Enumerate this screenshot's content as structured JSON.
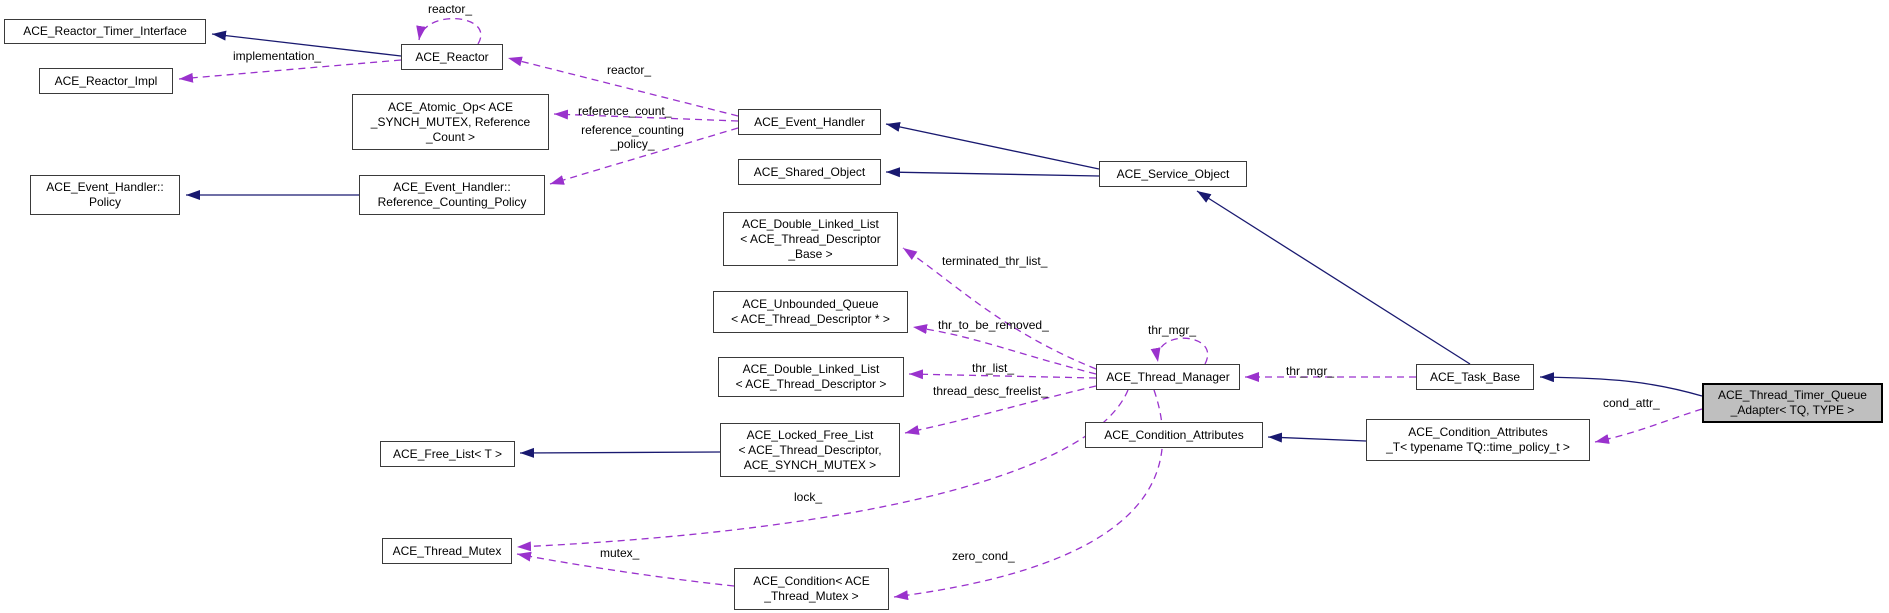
{
  "diagram": {
    "type": "doxygen-collaboration-diagram",
    "highlighted_node": "ACE_Thread_Timer_Queue_Adapter< TQ, TYPE >",
    "colors": {
      "background": "#ffffff",
      "inheritance_edge": "#191970",
      "usage_edge": "#9a32cd",
      "node_background": "#ffffff",
      "node_border": "#3a3a3a",
      "highlighted_node_background": "#bfbfbf"
    },
    "nodes": {
      "reactor_timer_interface": {
        "label": "ACE_Reactor_Timer_Interface"
      },
      "reactor_impl": {
        "label": "ACE_Reactor_Impl"
      },
      "reactor": {
        "label": "ACE_Reactor"
      },
      "atomic_op": {
        "label": "ACE_Atomic_Op< ACE\n_SYNCH_MUTEX, Reference\n_Count >"
      },
      "event_handler_policy": {
        "label": "ACE_Event_Handler::\nPolicy"
      },
      "eh_reference_counting_policy": {
        "label": "ACE_Event_Handler::\nReference_Counting_Policy"
      },
      "event_handler": {
        "label": "ACE_Event_Handler"
      },
      "shared_object": {
        "label": "ACE_Shared_Object"
      },
      "service_object": {
        "label": "ACE_Service_Object"
      },
      "dll_base": {
        "label": "ACE_Double_Linked_List\n< ACE_Thread_Descriptor\n_Base >"
      },
      "unbounded_queue": {
        "label": "ACE_Unbounded_Queue\n< ACE_Thread_Descriptor * >"
      },
      "dll_descriptor": {
        "label": "ACE_Double_Linked_List\n< ACE_Thread_Descriptor >"
      },
      "thread_manager": {
        "label": "ACE_Thread_Manager"
      },
      "task_base": {
        "label": "ACE_Task_Base"
      },
      "locked_free_list": {
        "label": "ACE_Locked_Free_List\n< ACE_Thread_Descriptor,\nACE_SYNCH_MUTEX >"
      },
      "free_list": {
        "label": "ACE_Free_List< T >"
      },
      "condition_attributes": {
        "label": "ACE_Condition_Attributes"
      },
      "condition_attributes_t": {
        "label": "ACE_Condition_Attributes\n_T< typename TQ::time_policy_t >"
      },
      "thread_mutex": {
        "label": "ACE_Thread_Mutex"
      },
      "condition_thread_mutex": {
        "label": "ACE_Condition< ACE\n_Thread_Mutex >"
      },
      "thread_timer_queue_adapter": {
        "label": "ACE_Thread_Timer_Queue\n_Adapter< TQ, TYPE >"
      }
    },
    "edge_labels": {
      "reactor_self": {
        "text": "reactor_"
      },
      "implementation": {
        "text": "implementation_"
      },
      "reactor_member": {
        "text": "reactor_"
      },
      "reference_count": {
        "text": "reference_count_"
      },
      "reference_counting_policy": {
        "text": "reference_counting\n_policy_"
      },
      "terminated_thr_list": {
        "text": "terminated_thr_list_"
      },
      "thr_to_be_removed": {
        "text": "thr_to_be_removed_"
      },
      "thr_mgr_self": {
        "text": "thr_mgr_"
      },
      "thr_list": {
        "text": "thr_list_"
      },
      "thread_desc_freelist": {
        "text": "thread_desc_freelist_"
      },
      "thr_mgr_edge": {
        "text": "thr_mgr_"
      },
      "cond_attr": {
        "text": "cond_attr_"
      },
      "lock": {
        "text": "lock_"
      },
      "mutex": {
        "text": "mutex_"
      },
      "zero_cond": {
        "text": "zero_cond_"
      }
    },
    "edges": [
      {
        "from": "ACE_Reactor",
        "to": "ACE_Reactor_Timer_Interface",
        "style": "solid-inheritance"
      },
      {
        "from": "ACE_Event_Handler::Reference_Counting_Policy",
        "to": "ACE_Event_Handler::Policy",
        "style": "solid-inheritance"
      },
      {
        "from": "ACE_Service_Object",
        "to": "ACE_Event_Handler",
        "style": "solid-inheritance"
      },
      {
        "from": "ACE_Service_Object",
        "to": "ACE_Shared_Object",
        "style": "solid-inheritance"
      },
      {
        "from": "ACE_Task_Base",
        "to": "ACE_Service_Object",
        "style": "solid-inheritance"
      },
      {
        "from": "ACE_Thread_Timer_Queue_Adapter< TQ, TYPE >",
        "to": "ACE_Task_Base",
        "style": "solid-inheritance"
      },
      {
        "from": "ACE_Locked_Free_List< ACE_Thread_Descriptor, ACE_SYNCH_MUTEX >",
        "to": "ACE_Free_List< T >",
        "style": "solid-inheritance"
      },
      {
        "from": "ACE_Condition_Attributes_T< typename TQ::time_policy_t >",
        "to": "ACE_Condition_Attributes",
        "style": "solid-inheritance"
      },
      {
        "from": "ACE_Reactor",
        "to": "ACE_Reactor",
        "style": "dashed-usage",
        "label": "reactor_"
      },
      {
        "from": "ACE_Reactor",
        "to": "ACE_Reactor_Impl",
        "style": "dashed-usage",
        "label": "implementation_"
      },
      {
        "from": "ACE_Event_Handler",
        "to": "ACE_Reactor",
        "style": "dashed-usage",
        "label": "reactor_"
      },
      {
        "from": "ACE_Event_Handler",
        "to": "ACE_Atomic_Op< ACE_SYNCH_MUTEX, Reference_Count >",
        "style": "dashed-usage",
        "label": "reference_count_"
      },
      {
        "from": "ACE_Event_Handler",
        "to": "ACE_Event_Handler::Reference_Counting_Policy",
        "style": "dashed-usage",
        "label": "reference_counting_policy_"
      },
      {
        "from": "ACE_Thread_Manager",
        "to": "ACE_Double_Linked_List< ACE_Thread_Descriptor_Base >",
        "style": "dashed-usage",
        "label": "terminated_thr_list_"
      },
      {
        "from": "ACE_Thread_Manager",
        "to": "ACE_Unbounded_Queue< ACE_Thread_Descriptor * >",
        "style": "dashed-usage",
        "label": "thr_to_be_removed_"
      },
      {
        "from": "ACE_Thread_Manager",
        "to": "ACE_Double_Linked_List< ACE_Thread_Descriptor >",
        "style": "dashed-usage",
        "label": "thr_list_"
      },
      {
        "from": "ACE_Thread_Manager",
        "to": "ACE_Locked_Free_List< ACE_Thread_Descriptor, ACE_SYNCH_MUTEX >",
        "style": "dashed-usage",
        "label": "thread_desc_freelist_"
      },
      {
        "from": "ACE_Thread_Manager",
        "to": "ACE_Thread_Manager",
        "style": "dashed-usage",
        "label": "thr_mgr_"
      },
      {
        "from": "ACE_Task_Base",
        "to": "ACE_Thread_Manager",
        "style": "dashed-usage",
        "label": "thr_mgr_"
      },
      {
        "from": "ACE_Thread_Manager",
        "to": "ACE_Thread_Mutex",
        "style": "dashed-usage",
        "label": "lock_"
      },
      {
        "from": "ACE_Condition< ACE_Thread_Mutex >",
        "to": "ACE_Thread_Mutex",
        "style": "dashed-usage",
        "label": "mutex_"
      },
      {
        "from": "ACE_Thread_Manager",
        "to": "ACE_Condition< ACE_Thread_Mutex >",
        "style": "dashed-usage",
        "label": "zero_cond_"
      },
      {
        "from": "ACE_Thread_Timer_Queue_Adapter< TQ, TYPE >",
        "to": "ACE_Condition_Attributes_T< typename TQ::time_policy_t >",
        "style": "dashed-usage",
        "label": "cond_attr_"
      }
    ]
  }
}
